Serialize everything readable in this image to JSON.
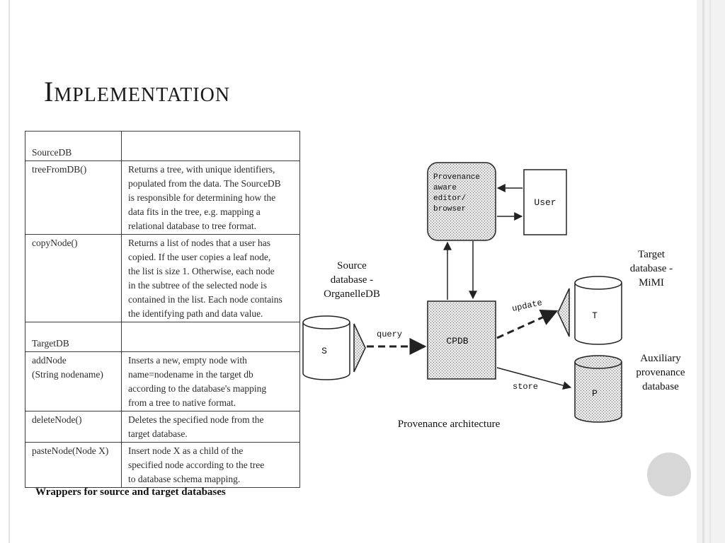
{
  "slide": {
    "title": "Implementation"
  },
  "table": {
    "rows": [
      {
        "name": "SourceDB",
        "desc": "",
        "header": true
      },
      {
        "name": "treeFromDB()",
        "desc": "Returns a tree, with unique identifiers,\npopulated from the data. The SourceDB\nis responsible for determining how the\ndata fits in the tree, e.g. mapping a\nrelational database to tree format."
      },
      {
        "name": "copyNode()",
        "desc": "Returns a list of nodes that a user has\ncopied. If the user copies a leaf node,\nthe list is size 1. Otherwise, each node\nin the subtree of the selected node is\ncontained in the list. Each node contains\nthe identifying path and data value."
      },
      {
        "name": "TargetDB",
        "desc": "",
        "header": true
      },
      {
        "name": "addNode\n(String nodename)",
        "desc": "Inserts a new, empty node with\nname=nodename in the target db\naccording to the database's mapping\nfrom a tree to native format."
      },
      {
        "name": "deleteNode()",
        "desc": "Deletes the specified node from the\ntarget database."
      },
      {
        "name": "pasteNode(Node X)",
        "desc": "Insert node X as a child of the\nspecified node according to the tree\nto database schema mapping."
      }
    ],
    "caption": "Wrappers for source and target databases"
  },
  "diagram": {
    "provenance_editor": "Provenance\naware\neditor/\nbrowser",
    "user": "User",
    "cpdb": "CPDB",
    "source_db": "S",
    "target_db": "T",
    "prov_db": "P",
    "query": "query",
    "update": "update",
    "store": "store",
    "source_label": "Source\ndatabase -\nOrganelleDB",
    "target_label": "Target\ndatabase -\nMiMI",
    "aux_label": "Auxiliary\nprovenance\ndatabase",
    "caption": "Provenance architecture"
  },
  "colors": {
    "frame": "#e3e3e3",
    "stipple": "#d9d9d9",
    "circle": "#d7d7d7"
  }
}
